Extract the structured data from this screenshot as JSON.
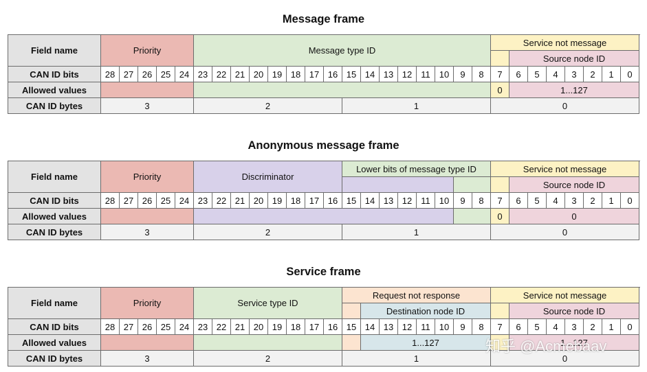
{
  "frames": [
    {
      "title": "Message frame",
      "priority": "Priority",
      "middle": "Message type ID",
      "snm": "Service not message",
      "src": "Source node ID",
      "allowed_snm": "0",
      "allowed_src": "1...127",
      "byte3": "3",
      "byte2": "2",
      "byte1": "1",
      "byte0": "0"
    },
    {
      "title": "Anonymous message frame",
      "priority": "Priority",
      "discriminator": "Discriminator",
      "lower_bits": "Lower bits of message type ID",
      "snm": "Service not message",
      "src": "Source node ID",
      "allowed_snm": "0",
      "allowed_src": "0",
      "byte3": "3",
      "byte2": "2",
      "byte1": "1",
      "byte0": "0"
    },
    {
      "title": "Service frame",
      "priority": "Priority",
      "middle": "Service type ID",
      "rnr": "Request not response",
      "dest": "Destination node ID",
      "snm": "Service not message",
      "src": "Source node ID",
      "allowed_dest": "1...127",
      "allowed_src": "1...127",
      "byte3": "3",
      "byte2": "2",
      "byte1": "1",
      "byte0": "0"
    }
  ],
  "labels": {
    "field_name": "Field name",
    "can_id_bits": "CAN ID bits",
    "allowed_values": "Allowed values",
    "can_id_bytes": "CAN ID bytes"
  },
  "bits": [
    "28",
    "27",
    "26",
    "25",
    "24",
    "23",
    "22",
    "21",
    "20",
    "19",
    "18",
    "17",
    "16",
    "15",
    "14",
    "13",
    "12",
    "11",
    "10",
    "9",
    "8",
    "7",
    "6",
    "5",
    "4",
    "3",
    "2",
    "1",
    "0"
  ],
  "watermark": "知乎 @Acmebaav",
  "colors": {
    "priority": "#ebb9b3",
    "message_type": "#dcebd3",
    "discriminator": "#d8d1ea",
    "service_not_message": "#fdf2c4",
    "source_node": "#efd4dc",
    "request_not_response": "#fce4d0",
    "destination_node": "#d7e6ea"
  }
}
